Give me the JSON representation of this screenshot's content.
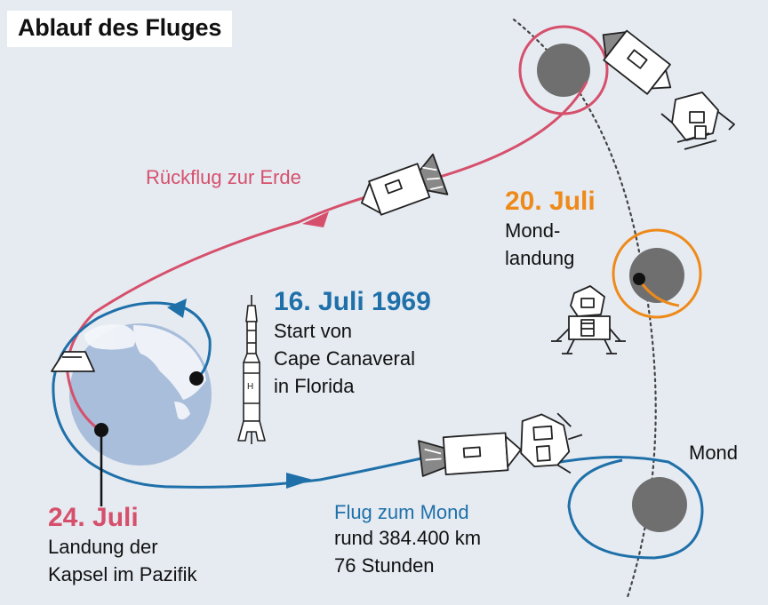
{
  "title": "Ablauf des Fluges",
  "colors": {
    "return_route": "#d6506c",
    "outbound_route": "#1f70a9",
    "moon_landing": "#ee8a1a",
    "earth": "#a9bedb",
    "moon": "#6f6f6f"
  },
  "return_flight": {
    "label": "Rückflug zur Erde"
  },
  "launch": {
    "date": "16. Juli 1969",
    "lines": [
      "Start von",
      "Cape Canaveral",
      "in Florida"
    ]
  },
  "moon_landing": {
    "date": "20. Juli",
    "lines": [
      "Mond-",
      "landung"
    ]
  },
  "splashdown": {
    "date": "24. Juli",
    "lines": [
      "Landung der",
      "Kapsel im Pazifik"
    ]
  },
  "outbound_flight": {
    "label": "Flug zum Mond",
    "lines": [
      "rund 384.400 km",
      "76 Stunden"
    ]
  },
  "moon": {
    "label": "Mond"
  }
}
